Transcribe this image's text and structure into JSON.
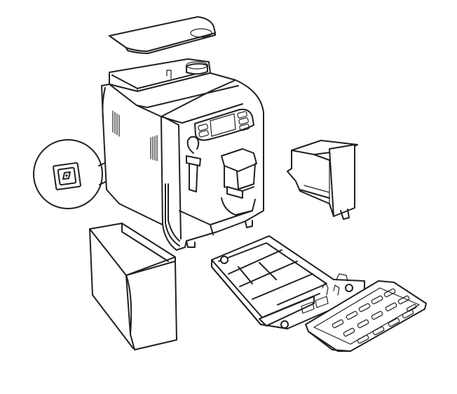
{
  "figure": {
    "colors": {
      "line": "#231f20",
      "background": "#ffffff"
    },
    "parts": [
      {
        "id": "lid",
        "icon": "lid-icon"
      },
      {
        "id": "machine-body",
        "icon": "coffee-machine-icon"
      },
      {
        "id": "power-socket-detail",
        "icon": "power-socket-icon"
      },
      {
        "id": "water-tank",
        "icon": "water-tank-icon"
      },
      {
        "id": "brew-group",
        "icon": "brew-group-icon"
      },
      {
        "id": "drip-tray",
        "icon": "drip-tray-icon"
      },
      {
        "id": "drip-tray-grid",
        "icon": "drip-grid-icon"
      }
    ]
  }
}
